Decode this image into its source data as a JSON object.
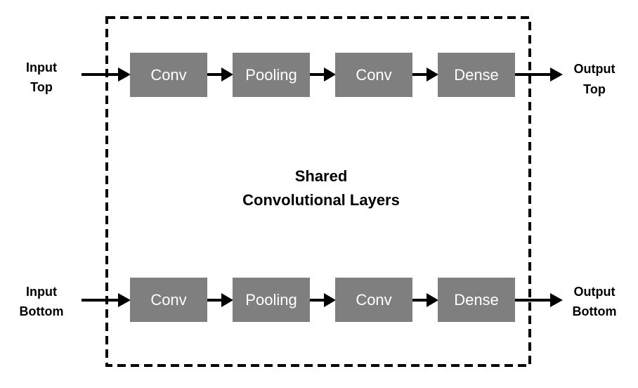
{
  "shared_label": [
    "Shared",
    "Convolutional Layers"
  ],
  "rows": [
    {
      "input_label": [
        "Input",
        "Top"
      ],
      "layers": [
        "Conv",
        "Pooling",
        "Conv",
        "Dense"
      ],
      "output_label": [
        "Output",
        "Top"
      ]
    },
    {
      "input_label": [
        "Input",
        "Bottom"
      ],
      "layers": [
        "Conv",
        "Pooling",
        "Conv",
        "Dense"
      ],
      "output_label": [
        "Output",
        "Bottom"
      ]
    }
  ],
  "colors": {
    "layer_fill": "#7f7f7f",
    "layer_text": "#ffffff",
    "arrows": "#000000",
    "border": "#000000"
  }
}
